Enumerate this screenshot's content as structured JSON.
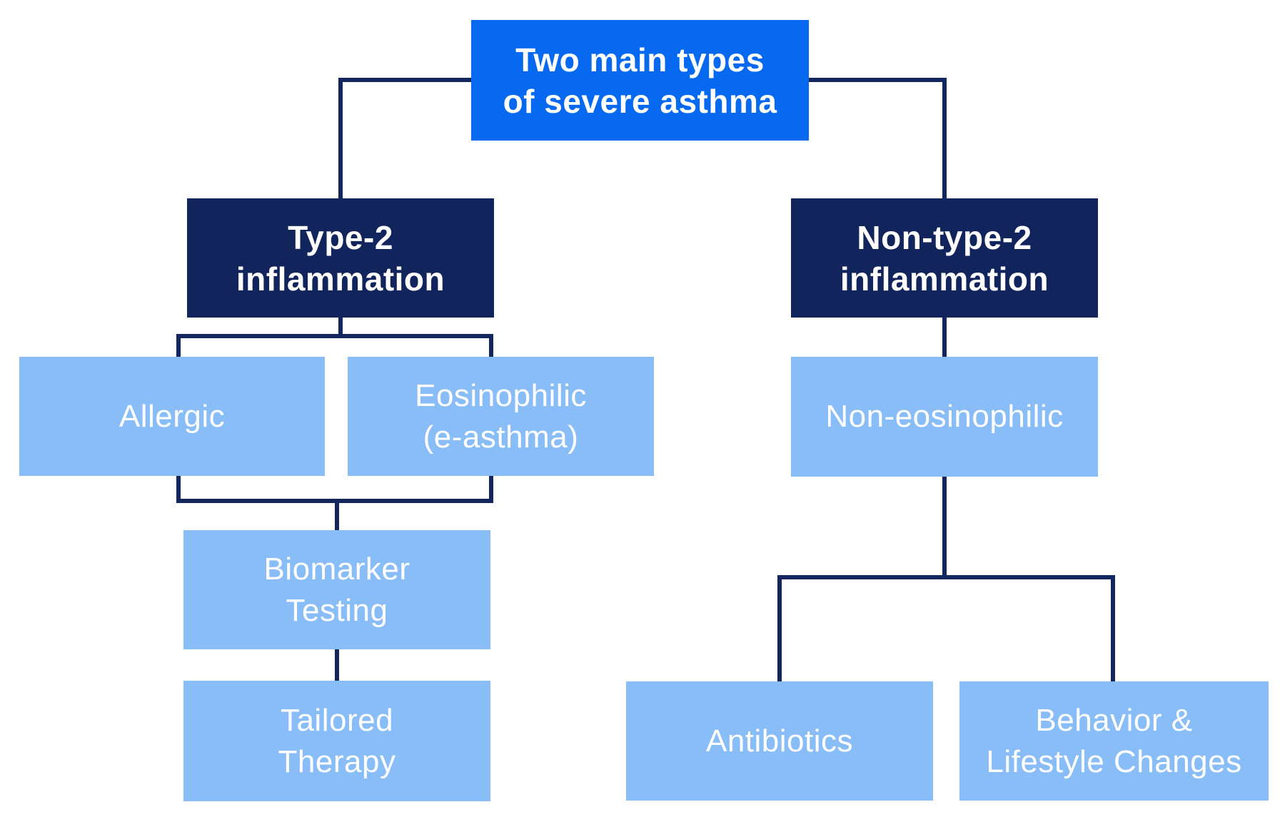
{
  "diagram": {
    "type": "flowchart",
    "root_label": "Two main types of severe asthma"
  },
  "colors": {
    "background": "#FFFFFF",
    "primary_blue": "#0769F0",
    "navy": "#12245C",
    "light_blue": "#88BDF8",
    "connector": "#13265E",
    "text": "#FFFFFF"
  },
  "nodes": {
    "top": {
      "id": "two-main-types",
      "lines": [
        "Two main types",
        "of severe asthma"
      ]
    },
    "type2": {
      "id": "type-2-inflammation",
      "lines": [
        "Type-2",
        "inflammation"
      ]
    },
    "nontype2": {
      "id": "non-type-2-inflammation",
      "lines": [
        "Non-type-2",
        "inflammation"
      ]
    },
    "allergic": {
      "id": "allergic",
      "lines": [
        "Allergic"
      ]
    },
    "eosinophilic": {
      "id": "eosinophilic",
      "lines": [
        "Eosinophilic",
        "(e-asthma)"
      ]
    },
    "noneosinophilic": {
      "id": "non-eosinophilic",
      "lines": [
        "Non-eosinophilic"
      ]
    },
    "biomarker": {
      "id": "biomarker-testing",
      "lines": [
        "Biomarker",
        "Testing"
      ]
    },
    "tailored": {
      "id": "tailored-therapy",
      "lines": [
        "Tailored",
        "Therapy"
      ]
    },
    "antibiotics": {
      "id": "antibiotics",
      "lines": [
        "Antibiotics"
      ]
    },
    "behavior": {
      "id": "behavior-lifestyle-changes",
      "lines": [
        "Behavior &",
        "Lifestyle Changes"
      ]
    }
  },
  "edges": [
    {
      "from": "two-main-types",
      "to": "type-2-inflammation"
    },
    {
      "from": "two-main-types",
      "to": "non-type-2-inflammation"
    },
    {
      "from": "type-2-inflammation",
      "to": "allergic"
    },
    {
      "from": "type-2-inflammation",
      "to": "eosinophilic"
    },
    {
      "from": "allergic",
      "to": "biomarker-testing"
    },
    {
      "from": "eosinophilic",
      "to": "biomarker-testing"
    },
    {
      "from": "biomarker-testing",
      "to": "tailored-therapy"
    },
    {
      "from": "non-type-2-inflammation",
      "to": "non-eosinophilic"
    },
    {
      "from": "non-eosinophilic",
      "to": "antibiotics"
    },
    {
      "from": "non-eosinophilic",
      "to": "behavior-lifestyle-changes"
    }
  ]
}
